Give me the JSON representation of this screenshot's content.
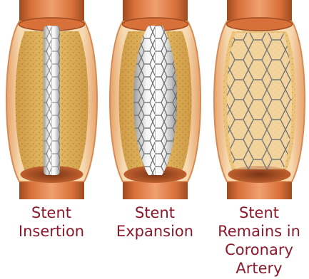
{
  "stages": [
    {
      "lines": [
        "Stent",
        "Insertion"
      ]
    },
    {
      "lines": [
        "Stent",
        "Expansion"
      ]
    },
    {
      "lines": [
        "Stent",
        "Remains in",
        "Coronary",
        "Artery"
      ]
    }
  ],
  "colors": {
    "caption": "#8c1a2c",
    "vessel": "#d8703a",
    "vessel_dark": "#9e4a1f",
    "plaque": "#e8c068",
    "stent_wire": "#6b6b6b",
    "balloon": "#dcdcdc"
  }
}
